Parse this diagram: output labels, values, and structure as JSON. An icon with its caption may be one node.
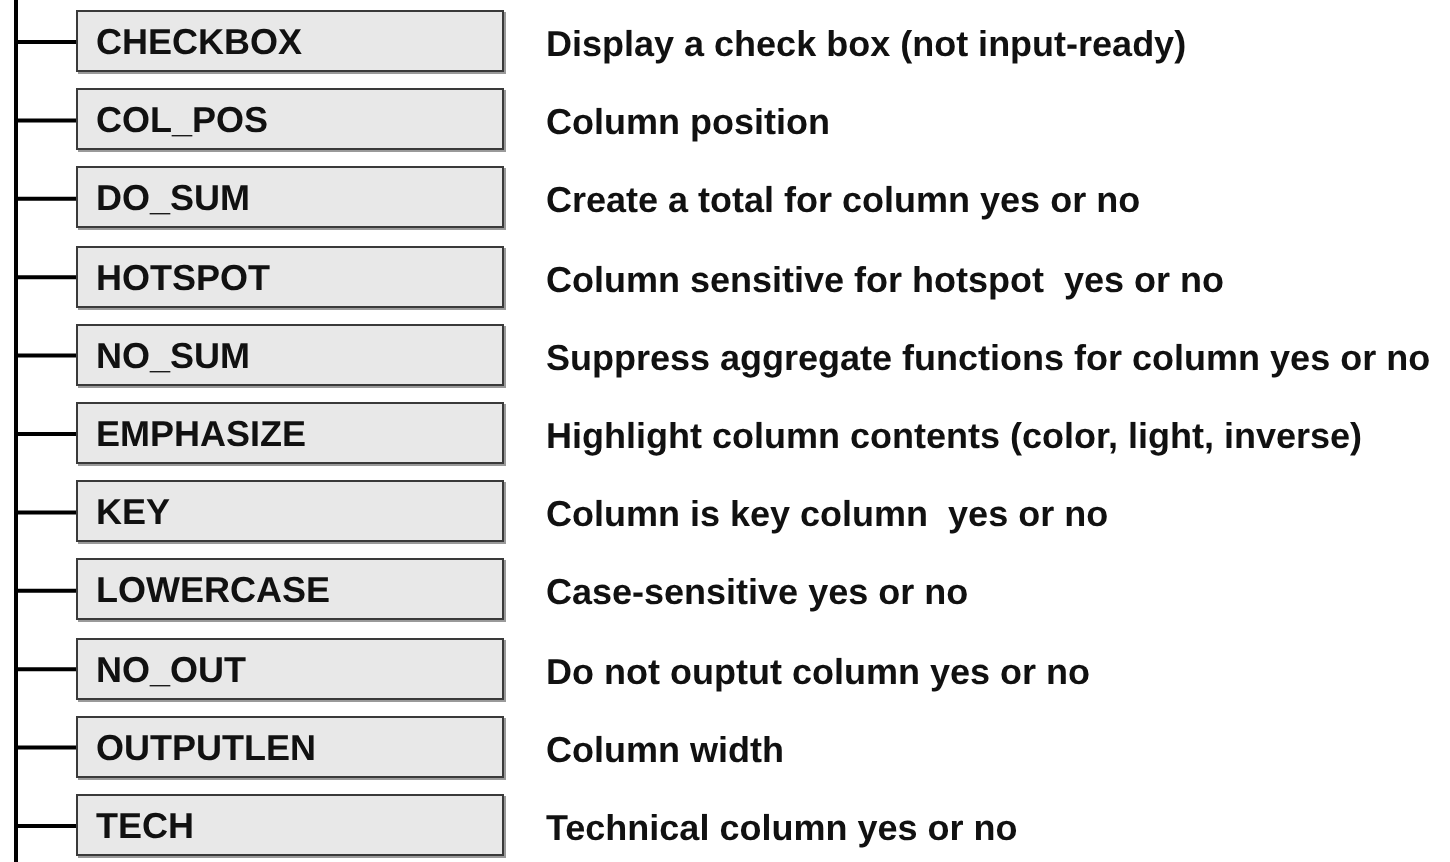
{
  "diagram": {
    "nodes": [
      {
        "text": [
          "CHECKBOX"
        ],
        "beside": [
          "Display a check box (not input-ready)"
        ]
      },
      {
        "text": [
          "COL_POS"
        ],
        "beside": [
          "Column position"
        ]
      },
      {
        "text": [
          "DO_SUM"
        ],
        "beside": [
          "Create a total for column yes or no"
        ]
      },
      {
        "text": [
          "HOTSPOT"
        ],
        "beside": [
          "Column sensitive for hotspot  yes or no"
        ]
      },
      {
        "text": [
          "NO_SUM"
        ],
        "beside": [
          "Suppress aggregate functions for column yes or no"
        ]
      },
      {
        "text": [
          "EMPHASIZE"
        ],
        "beside": [
          "Highlight column contents (color, light, inverse)"
        ]
      },
      {
        "text": [
          "KEY"
        ],
        "beside": [
          "Column is key column  yes or no"
        ]
      },
      {
        "text": [
          "LOWERCASE"
        ],
        "beside": [
          "Case-sensitive yes or no"
        ]
      },
      {
        "text": [
          "NO_OUT"
        ],
        "beside": [
          "Do not ouptut column yes or no"
        ]
      },
      {
        "text": [
          "OUTPUTLEN"
        ],
        "beside": [
          "Column width"
        ]
      },
      {
        "text": [
          "TECH"
        ],
        "beside": [
          "Technical column yes or no"
        ]
      }
    ],
    "edges": [
      {
        "from": null,
        "to": 0,
        "arrow": "none"
      },
      {
        "from": null,
        "to": 1,
        "arrow": "none"
      },
      {
        "from": null,
        "to": 2,
        "arrow": "none"
      },
      {
        "from": null,
        "to": 3,
        "arrow": "none"
      },
      {
        "from": null,
        "to": 4,
        "arrow": "none"
      },
      {
        "from": null,
        "to": 5,
        "arrow": "none"
      },
      {
        "from": null,
        "to": 6,
        "arrow": "none"
      },
      {
        "from": null,
        "to": 7,
        "arrow": "none"
      },
      {
        "from": null,
        "to": 8,
        "arrow": "none"
      },
      {
        "from": null,
        "to": 9,
        "arrow": "none"
      },
      {
        "from": null,
        "to": 10,
        "arrow": "none"
      }
    ]
  }
}
